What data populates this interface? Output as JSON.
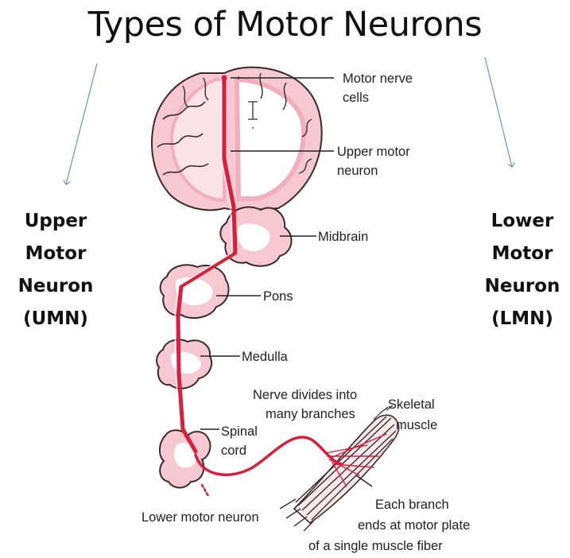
{
  "title": "Types of Motor Neurons",
  "upper_neuron_label": [
    "Upper",
    "Motor",
    "Neuron",
    "(UMN)"
  ],
  "lower_neuron_label": [
    "Lower",
    "Motor",
    "Neuron",
    "(LMN)"
  ],
  "diagram_labels": {
    "motor_nerve_cells": [
      "Motor nerve",
      "cells"
    ],
    "upper_motor_neuron": [
      "Upper motor",
      "neuron"
    ],
    "midbrain": "Midbrain",
    "pons": "Pons",
    "medulla": "Medulla",
    "nerve_divides": [
      "Nerve divides into",
      "many branches"
    ],
    "skeletal_muscle": [
      "Skeletal",
      "muscle"
    ],
    "spinal_cord": [
      "Spinal",
      "cord"
    ],
    "lower_motor_neuron": "Lower motor neuron",
    "each_branch": [
      "Each branch",
      "ends at motor plate",
      "of a single muscle fiber"
    ]
  },
  "colors": {
    "neuron": "#d81f3c",
    "tissue_fill": "#f6c9d2",
    "tissue_outline": "#3a2a2e",
    "arrow": "#6b8fc4"
  }
}
